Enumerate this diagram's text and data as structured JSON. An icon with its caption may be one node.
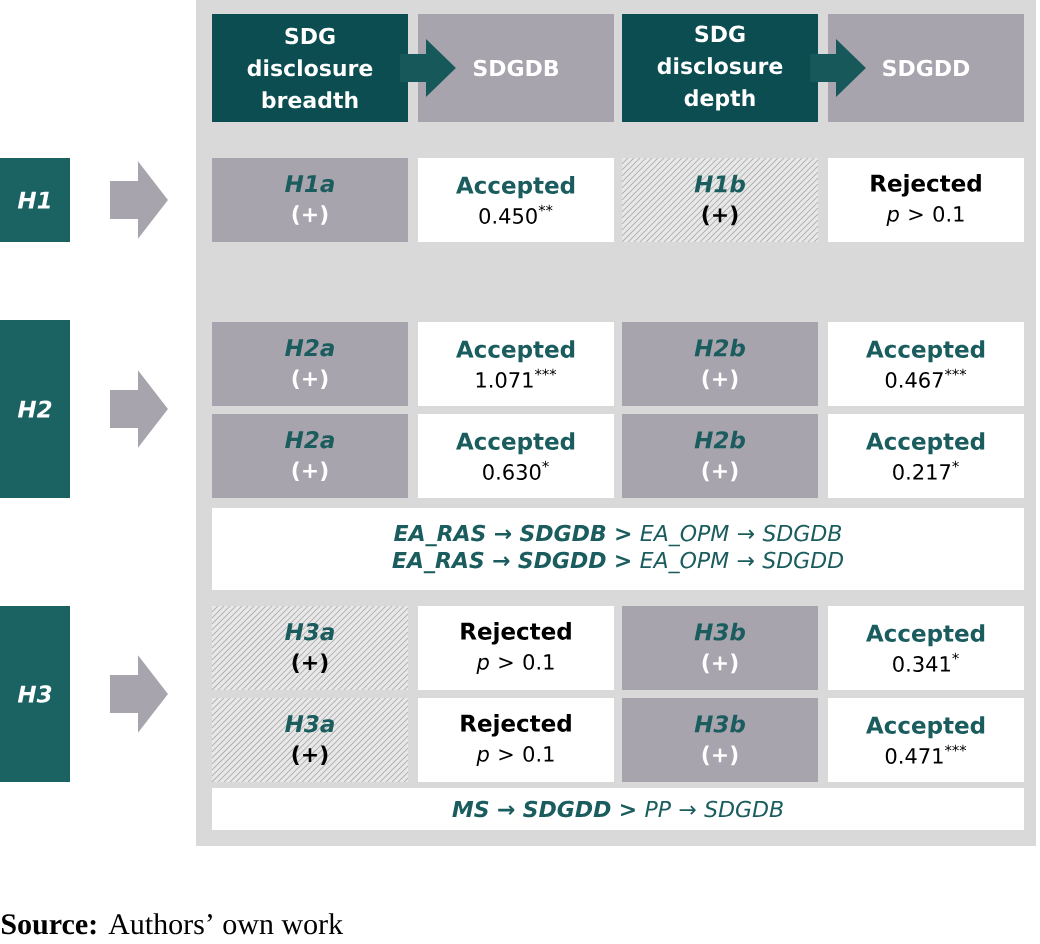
{
  "diagram": {
    "caption": "**Source:** Authors’ own work",
    "nodes": [
      {
        "text": [],
        "shape": "box"
      },
      {
        "text": [
          "SDG disclosure breadth"
        ],
        "in": 0
      },
      {
        "text": [
          "SDGDB"
        ],
        "in": 0
      },
      {
        "text": [
          "SDG disclosure depth"
        ],
        "in": 0
      },
      {
        "text": [
          "SDGDD"
        ],
        "in": 0
      },
      {
        "text": [
          "H1"
        ]
      },
      {
        "text": [
          "H1a",
          "(+)"
        ],
        "in": 0
      },
      {
        "text": [
          "Accepted",
          "0.450$^{**}$"
        ],
        "in": 0
      },
      {
        "text": [
          "H1b",
          "(+)"
        ],
        "in": 0
      },
      {
        "text": [
          "Rejected",
          "*p* > 0.1"
        ],
        "in": 0
      },
      {
        "text": [
          "H2"
        ]
      },
      {
        "text": [
          "H2a",
          "(+)"
        ],
        "in": 0
      },
      {
        "text": [
          "Accepted",
          "1.071$^{***}$"
        ],
        "in": 0
      },
      {
        "text": [
          "H2b",
          "(+)"
        ],
        "in": 0
      },
      {
        "text": [
          "Accepted",
          "0.467$^{***}$"
        ],
        "in": 0
      },
      {
        "text": [
          "H2a",
          "(+)"
        ],
        "in": 0
      },
      {
        "text": [
          "Accepted",
          "0.630$^{*}$"
        ],
        "in": 0
      },
      {
        "text": [
          "H2b",
          "(+)"
        ],
        "in": 0
      },
      {
        "text": [
          "Accepted",
          "0.217$^{*}$"
        ],
        "in": 0
      },
      {
        "text": [
          "**EA_RAS → SDGDB >** EA_OPM → SDGDB",
          "**EA_RAS → SDGDD >** EA_OPM → SDGDD"
        ],
        "in": 0
      },
      {
        "text": [
          "H3"
        ]
      },
      {
        "text": [
          "H3a",
          "(+)"
        ],
        "in": 0
      },
      {
        "text": [
          "Rejected",
          "*p* > 0.1"
        ],
        "in": 0
      },
      {
        "text": [
          "H3b",
          "(+)"
        ],
        "in": 0
      },
      {
        "text": [
          "Accepted",
          "0.341$^{*}$"
        ],
        "in": 0
      },
      {
        "text": [
          "H3a",
          "(+)"
        ],
        "in": 0
      },
      {
        "text": [
          "Rejected",
          "*p* > 0.1"
        ],
        "in": 0
      },
      {
        "text": [
          "H3b",
          "(+)"
        ],
        "in": 0
      },
      {
        "text": [
          "Accepted",
          "0.471$^{***}$"
        ],
        "in": 0
      },
      {
        "text": [
          "**MS → SDGDD >** PP → SDGDB"
        ],
        "in": 0
      }
    ],
    "edges": [
      {
        "from": 1,
        "to": 2,
        "arrow": "to",
        "color": "#17595b"
      },
      {
        "from": 3,
        "to": 4,
        "arrow": "to",
        "color": "#17595b"
      },
      {
        "from": 5,
        "to": 0,
        "arrow": "to"
      },
      {
        "from": 10,
        "to": 0,
        "arrow": "to"
      },
      {
        "from": 20,
        "to": 0,
        "arrow": "to"
      }
    ]
  }
}
